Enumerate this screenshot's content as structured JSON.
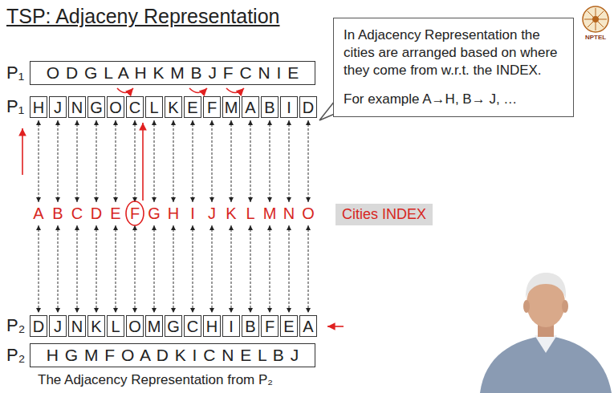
{
  "diagram": {
    "title": "TSP: Adjaceny Representation",
    "caption": "The Adjacency Representation from P₂",
    "nodes": [
      {
        "text": [
          "O D G L A H K M B J F C N I E"
        ]
      },
      {
        "text": [
          "In Adjacency Representation the cities are arranged based on where they come from w.r.t. the INDEX.",
          "For example A→H, B→ J, …"
        ]
      },
      {
        "text": [
          "H"
        ]
      },
      {
        "text": [
          "J"
        ]
      },
      {
        "text": [
          "N"
        ]
      },
      {
        "text": [
          "G"
        ]
      },
      {
        "text": [
          "O"
        ]
      },
      {
        "text": [
          "C"
        ]
      },
      {
        "text": [
          "L"
        ]
      },
      {
        "text": [
          "K"
        ]
      },
      {
        "text": [
          "E"
        ]
      },
      {
        "text": [
          "F"
        ]
      },
      {
        "text": [
          "M"
        ]
      },
      {
        "text": [
          "A"
        ]
      },
      {
        "text": [
          "B"
        ]
      },
      {
        "text": [
          "I"
        ]
      },
      {
        "text": [
          "D"
        ]
      },
      {
        "text": [
          "Cities INDEX"
        ]
      },
      {
        "text": [
          "D"
        ]
      },
      {
        "text": [
          "J"
        ]
      },
      {
        "text": [
          "N"
        ]
      },
      {
        "text": [
          "K"
        ]
      },
      {
        "text": [
          "L"
        ]
      },
      {
        "text": [
          "O"
        ]
      },
      {
        "text": [
          "M"
        ]
      },
      {
        "text": [
          "G"
        ]
      },
      {
        "text": [
          "C"
        ]
      },
      {
        "text": [
          "H"
        ]
      },
      {
        "text": [
          "I"
        ]
      },
      {
        "text": [
          "B"
        ]
      },
      {
        "text": [
          "F"
        ]
      },
      {
        "text": [
          "E"
        ]
      },
      {
        "text": [
          "A"
        ]
      },
      {
        "text": [
          "H G M F O A D K I C N E L B J"
        ]
      }
    ],
    "labels": [
      "P₁",
      "P₁",
      "A",
      "B",
      "C",
      "D",
      "E",
      "F",
      "G",
      "H",
      "I",
      "J",
      "K",
      "L",
      "M",
      "N",
      "O",
      "P₂",
      "P₂",
      "NPTEL"
    ]
  }
}
